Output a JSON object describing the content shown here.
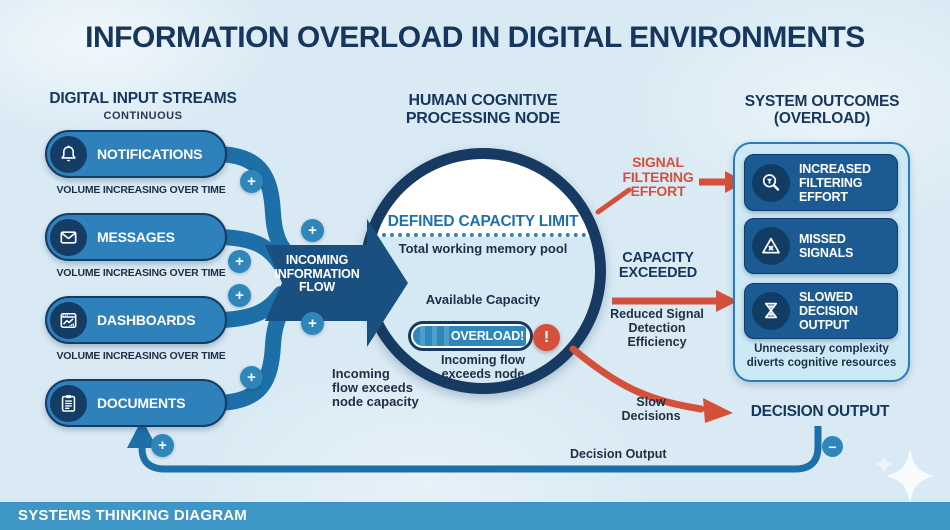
{
  "title": "INFORMATION OVERLOAD IN DIGITAL ENVIRONMENTS",
  "colors": {
    "background": "#d9eaf4",
    "primary_navy": "#16365c",
    "pill_blue": "#2e81ba",
    "stream_blue": "#1d6fa8",
    "arrow_navy": "#1a5080",
    "badge_blue": "#2e86bb",
    "accent_red": "#d5503b",
    "panel_bg": "#cde9f6",
    "card_blue": "#1b5a92",
    "footer_blue": "#3e96c6",
    "capacity_label_blue": "#1d72ad"
  },
  "input_streams": {
    "heading": "DIGITAL INPUT STREAMS",
    "subheading": "CONTINUOUS",
    "items": [
      {
        "label": "NOTIFICATIONS",
        "icon": "bell-icon",
        "note": "VOLUME INCREASING OVER TIME"
      },
      {
        "label": "MESSAGES",
        "icon": "envelope-icon",
        "note": "VOLUME INCREASING OVER TIME"
      },
      {
        "label": "DASHBOARDS",
        "icon": "dashboard-chart-icon",
        "note": "VOLUME INCREASING OVER TIME"
      },
      {
        "label": "DOCUMENTS",
        "icon": "clipboard-icon",
        "note": ""
      }
    ]
  },
  "flow_arrow": {
    "label": "INCOMING\nINFORMATION\nFLOW"
  },
  "processing_node": {
    "heading": "HUMAN COGNITIVE\nPROCESSING NODE",
    "capacity_limit_label": "DEFINED CAPACITY LIMIT",
    "capacity_limit_sub": "Total working memory pool",
    "available_label": "Available Capacity",
    "overload_label": "OVERLOAD!",
    "overload_alert": "!",
    "overload_note": "Incoming flow\nexceeds node",
    "outside_note": "Incoming\nflow exceeds\nnode capacity"
  },
  "annotations": {
    "signal_filtering": "SIGNAL\nFILTERING\nEFFORT",
    "capacity_exceeded": "CAPACITY\nEXCEEDED",
    "reduced_signal": "Reduced Signal\nDetection\nEfficiency",
    "slow_decisions": "Slow\nDecisions",
    "decision_output_title": "DECISION OUTPUT",
    "decision_output_feedback": "Decision Output"
  },
  "outcomes": {
    "heading": "SYSTEM OUTCOMES\n(OVERLOAD)",
    "cards": [
      {
        "label": "INCREASED\nFILTERING\nEFFORT",
        "icon": "filter-magnifier-icon"
      },
      {
        "label": "MISSED\nSIGNALS",
        "icon": "missed-signal-triangle-icon"
      },
      {
        "label": "SLOWED\nDECISION\nOUTPUT",
        "icon": "hourglass-icon"
      }
    ],
    "caption": "Unnecessary complexity\ndiverts cognitive resources"
  },
  "badges": {
    "plus": "+",
    "minus": "−"
  },
  "footer": {
    "label": "SYSTEMS THINKING DIAGRAM"
  }
}
